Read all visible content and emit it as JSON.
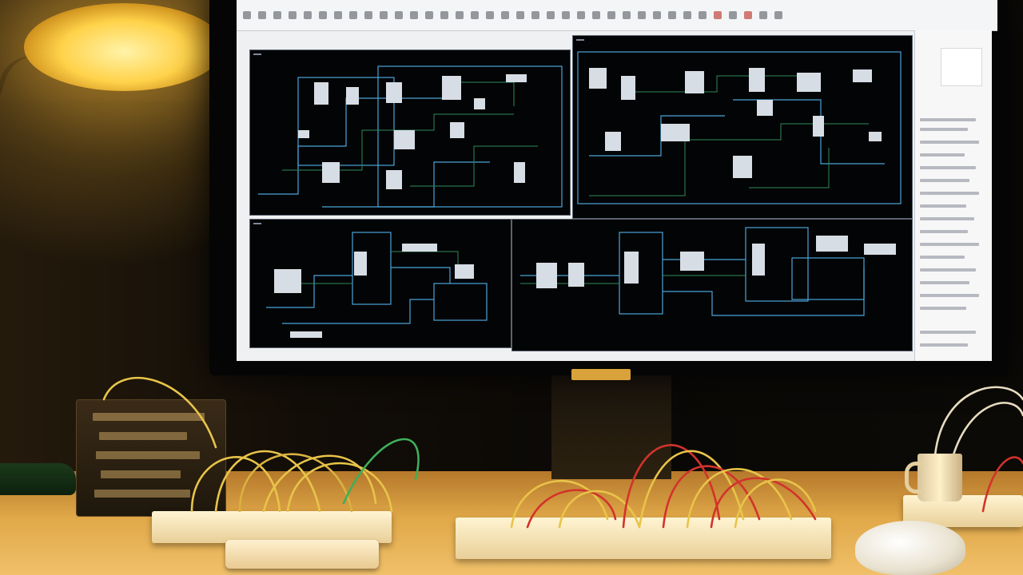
{
  "scene": {
    "description_tags": [
      "desk-lamp",
      "monitor",
      "schematic-editor",
      "breadboards",
      "jumper-wires",
      "mug",
      "mouse"
    ],
    "colors": {
      "lamp_glow": "#ffd24a",
      "schematic_background": "#030405",
      "wire_blue": "#4aa3d8",
      "wire_green": "#2f8a5a",
      "wire_red": "#d2332c",
      "wire_yellow": "#e8c44a",
      "desk": "#e0a848"
    }
  },
  "monitor": {
    "toolbar": {
      "icon": "toolbar-icons"
    },
    "panes": [
      {
        "id": "top-left"
      },
      {
        "id": "top-right"
      },
      {
        "id": "bottom-left"
      },
      {
        "id": "bottom-right"
      }
    ],
    "side_panel": {
      "icon": "properties-panel"
    }
  }
}
